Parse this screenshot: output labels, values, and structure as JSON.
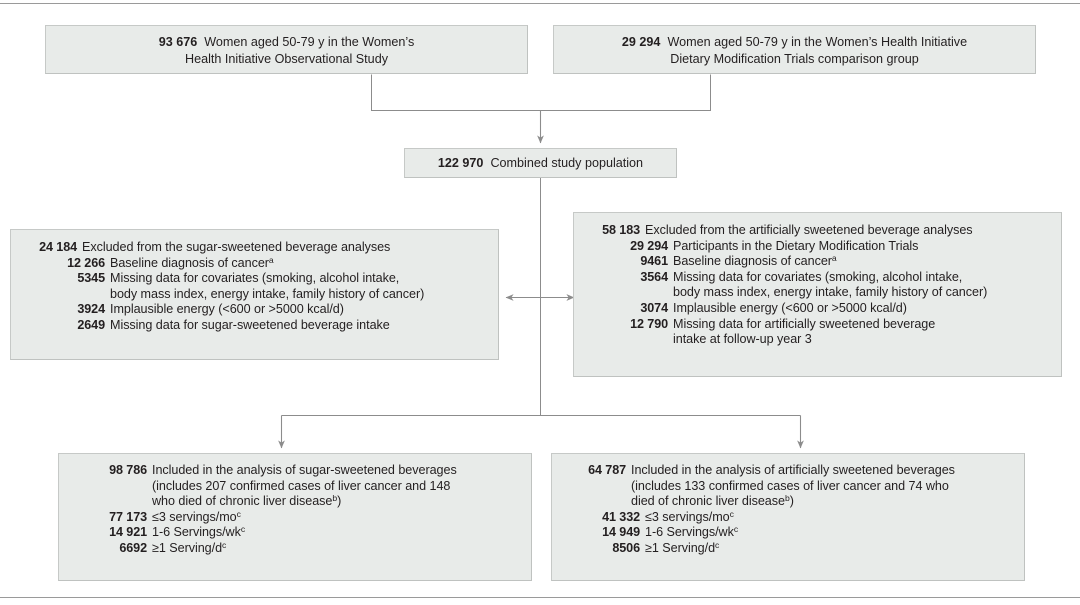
{
  "figure": {
    "type": "participant-flow-diagram",
    "top_rule": true,
    "bottom_rule": true
  },
  "boxes": {
    "observational": {
      "count": "93 676",
      "line1": "Women aged 50-79 y in the Women’s",
      "line2": "Health Initiative Observational Study"
    },
    "dietary": {
      "count": "29 294",
      "line1": "Women aged 50-79 y in the Women’s Health Initiative",
      "line2": "Dietary Modification Trials comparison group"
    },
    "combined": {
      "count": "122 970",
      "label": "Combined study population"
    },
    "excluded_ssb": {
      "count": "24 184",
      "label": "Excluded from the sugar-sweetened beverage analyses",
      "items": [
        {
          "count": "12 266",
          "text": "Baseline diagnosis of cancer",
          "sup": "a"
        },
        {
          "count": "5345",
          "text": "Missing data for covariates (smoking, alcohol intake,",
          "text2": "body mass index, energy intake, family history of cancer)",
          "sup": ""
        },
        {
          "count": "3924",
          "text": "Implausible energy (<600 or >5000 kcal/d)",
          "sup": ""
        },
        {
          "count": "2649",
          "text": "Missing data for sugar-sweetened beverage intake",
          "sup": ""
        }
      ]
    },
    "excluded_asb": {
      "count": "58 183",
      "label": "Excluded from the artificially sweetened beverage analyses",
      "items": [
        {
          "count": "29 294",
          "text": "Participants in the Dietary Modification Trials",
          "sup": ""
        },
        {
          "count": "9461",
          "text": "Baseline diagnosis of cancer",
          "sup": "a"
        },
        {
          "count": "3564",
          "text": "Missing data for covariates (smoking, alcohol intake,",
          "text2": "body mass index, energy intake, family history of cancer)",
          "sup": ""
        },
        {
          "count": "3074",
          "text": "Implausible energy (<600 or >5000 kcal/d)",
          "sup": ""
        },
        {
          "count": "12 790",
          "text": "Missing data for artificially sweetened beverage",
          "text2": "intake at follow-up year 3",
          "sup": ""
        }
      ]
    },
    "included_ssb": {
      "count": "98 786",
      "label_line1": "Included in the analysis of sugar-sweetened beverages",
      "label_line2": "(includes 207 confirmed cases of liver cancer and 148",
      "label_line3": "who died of chronic liver disease",
      "label_line3_sup": "b",
      "label_line3_end": ")",
      "items": [
        {
          "count": "77 173",
          "text": "≤3 servings/mo",
          "sup": "c"
        },
        {
          "count": "14 921",
          "text": "1-6 Servings/wk",
          "sup": "c"
        },
        {
          "count": "6692",
          "text": "≥1 Serving/d",
          "sup": "c"
        }
      ]
    },
    "included_asb": {
      "count": "64 787",
      "label_line1": "Included in the analysis of artificially sweetened beverages",
      "label_line2": "(includes 133 confirmed cases of liver cancer and 74 who",
      "label_line3": "died of chronic liver disease",
      "label_line3_sup": "b",
      "label_line3_end": ")",
      "items": [
        {
          "count": "41 332",
          "text": "≤3 servings/mo",
          "sup": "c"
        },
        {
          "count": "14 949",
          "text": "1-6 Servings/wk",
          "sup": "c"
        },
        {
          "count": "8506",
          "text": "≥1 Serving/d",
          "sup": "c"
        }
      ]
    }
  },
  "colors": {
    "box_fill": "#e8ebe9",
    "box_border": "#c6c9c7",
    "connector": "#8c8c8c",
    "text": "#231f20",
    "rule": "#9a9a9a"
  }
}
